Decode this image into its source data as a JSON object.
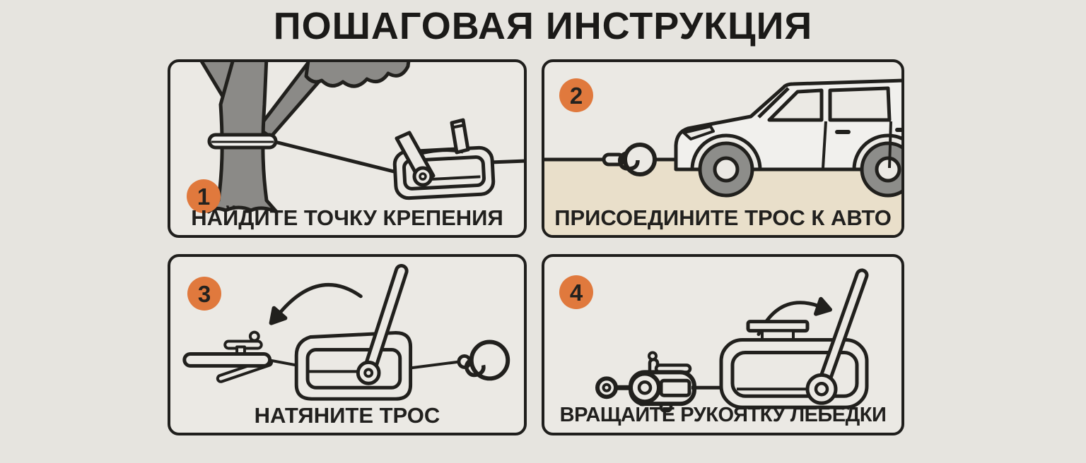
{
  "poster": {
    "title": "ПОШАГОВАЯ ИНСТРУКЦИЯ"
  },
  "colors": {
    "page_background": "#e6e4df",
    "panel_background": "#ebe9e4",
    "outline_dark": "#21201d",
    "badge_orange": "#e0793d",
    "ground_beige": "#e9dfca",
    "tree_gray": "#8b8a87",
    "wheel_gray": "#8d8d8a"
  },
  "steps": [
    {
      "number": "1",
      "caption": "НАЙДИТЕ ТОЧКУ КРЕПЕНИЯ",
      "illustration": "cable-strapped-to-tree-anchoring-hand-winch"
    },
    {
      "number": "2",
      "caption": "ПРИСОЕДИНИТЕ ТРОС К АВТО",
      "illustration": "tow-hook-attached-to-front-of-car"
    },
    {
      "number": "3",
      "caption": "НАТЯНИТЕ ТРОС",
      "illustration": "winch-lever-tensioning-cable-with-hook"
    },
    {
      "number": "4",
      "caption": "ВРАЩАЙТЕ РУКОЯТКУ ЛЕБЕ̂ДКИ",
      "illustration": "rotating-winch-handle-pulling-pulley-block"
    }
  ]
}
